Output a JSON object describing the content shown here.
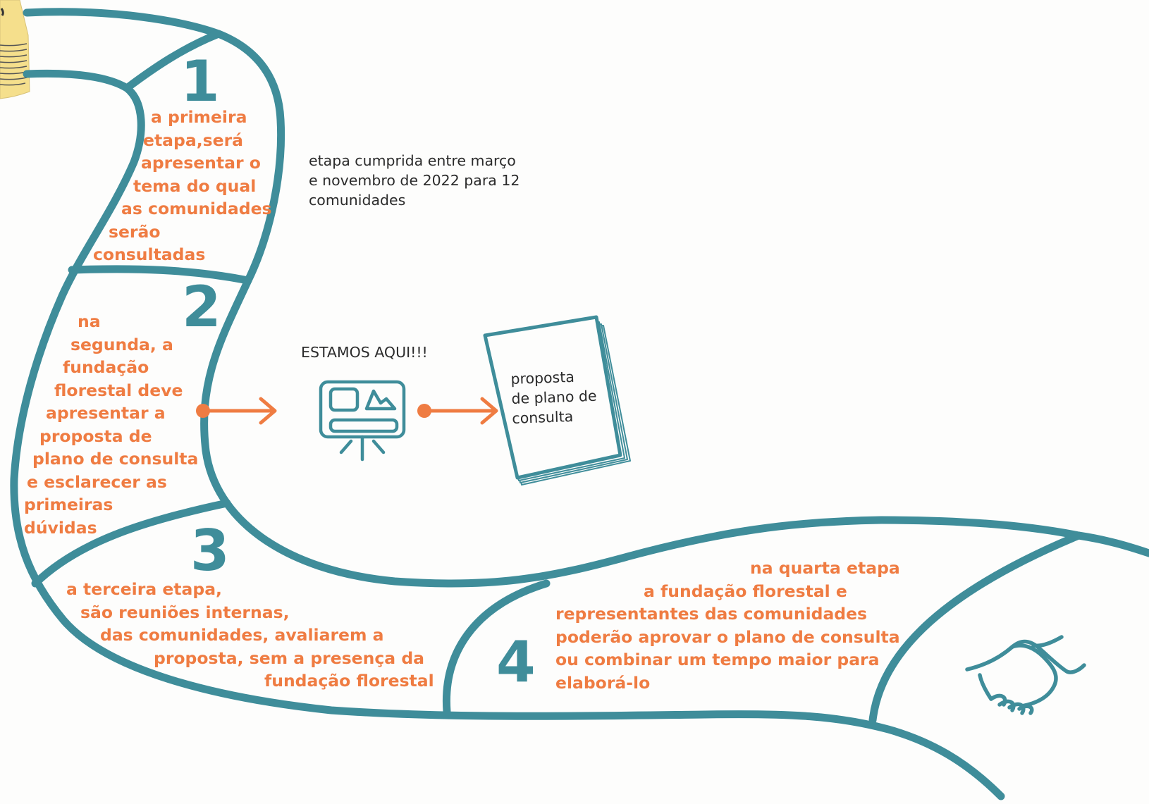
{
  "colors": {
    "road": "#3f8d9a",
    "accent": "#ef7c42",
    "note": "#f5df8c",
    "text": "#2b2b2b"
  },
  "steps": [
    {
      "number": "1",
      "lines": [
        "a primeira",
        "etapa,será",
        "apresentar o",
        "tema do qual",
        "as comunidades",
        "serão",
        "consultadas"
      ]
    },
    {
      "number": "2",
      "lines": [
        "na",
        "segunda, a",
        "fundação",
        "florestal deve",
        "apresentar a",
        "proposta de",
        "plano de consulta",
        "e esclarecer as",
        "primeiras",
        "dúvidas"
      ]
    },
    {
      "number": "3",
      "lines": [
        "a terceira etapa,",
        "são reuniões internas,",
        "das comunidades, avaliarem a",
        "proposta, sem a presença da",
        "fundação florestal"
      ]
    },
    {
      "number": "4",
      "lines": [
        "na quarta etapa",
        "a fundação florestal e",
        "representantes das comunidades",
        "poderão aprovar o plano de consulta",
        "ou combinar um tempo maior para",
        "elaborá-lo"
      ]
    }
  ],
  "note_step1": [
    "etapa cumprida entre março",
    "e novembro de 2022 para 12",
    "comunidades"
  ],
  "status_label": "ESTAMOS AQUI!!!",
  "document_label": [
    "proposta",
    "de plano de",
    "consulta"
  ],
  "icons": [
    "sticky-note-icon",
    "presentation-board-icon",
    "document-booklet-icon",
    "handshake-icon",
    "arrow-right-icon"
  ]
}
